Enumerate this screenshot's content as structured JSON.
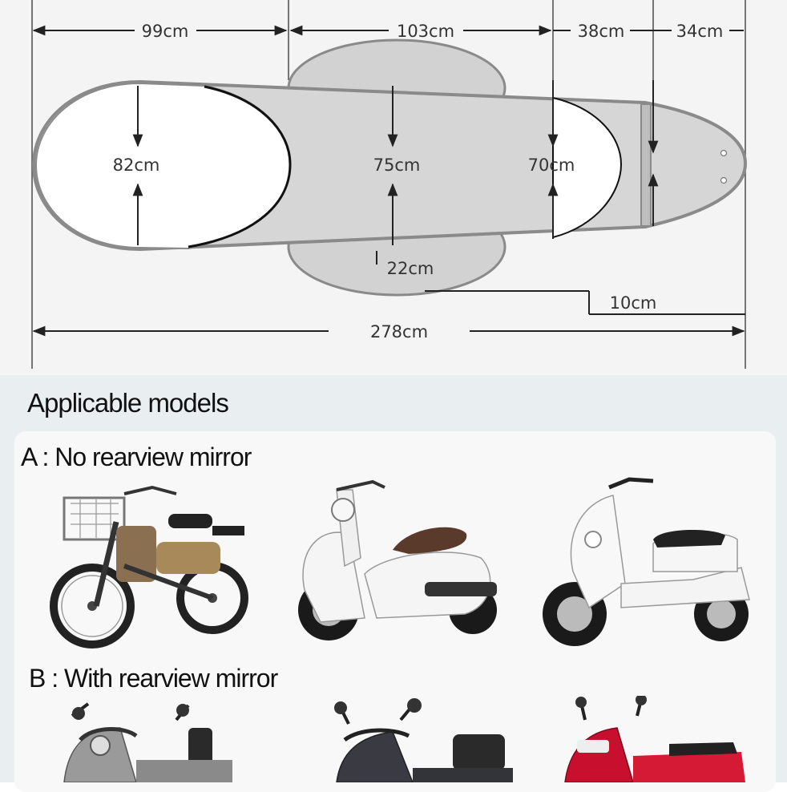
{
  "dimensions": {
    "top_widths": [
      "99cm",
      "103cm",
      "38cm",
      "34cm"
    ],
    "heights": [
      "82cm",
      "75cm",
      "70cm"
    ],
    "flap_depth": "22cm",
    "offset": "10cm",
    "total_length": "278cm"
  },
  "models": {
    "heading": "Applicable models",
    "group_a": {
      "label": "A : No rearview mirror",
      "photos": [
        "electric-bike-with-basket",
        "white-retro-scooter",
        "white-electric-scooter"
      ]
    },
    "group_b": {
      "label": "B : With rearview mirror",
      "photos": [
        "gray-scooter-with-mirrors",
        "dark-scooter-with-top-box",
        "red-scooter-with-mirrors"
      ]
    }
  },
  "colors": {
    "cover_fill": "#d2d2d2",
    "cover_outline": "#8a8a8a",
    "seat_outline": "#111111",
    "background_diagram": "#f4f4f4",
    "background_models": "#e9eef0"
  }
}
